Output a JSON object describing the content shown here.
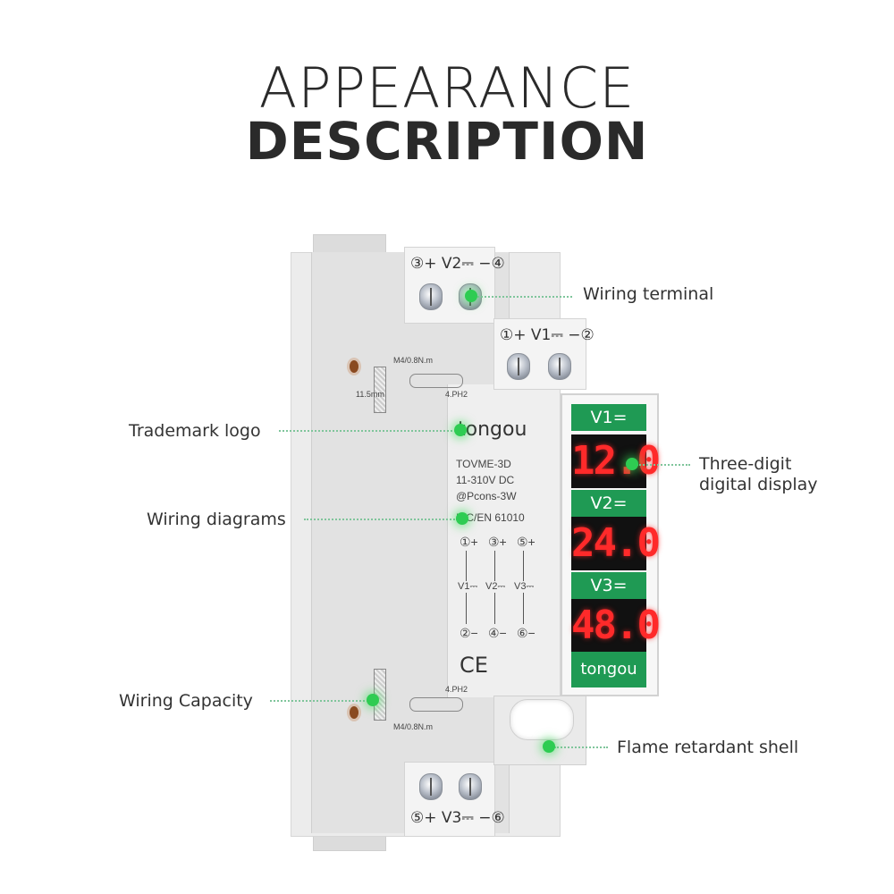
{
  "heading": {
    "line1": "APPEARANCE",
    "line2": "DESCRIPTION"
  },
  "callouts": {
    "wiring_terminal": "Wiring terminal",
    "trademark_logo": "Trademark logo",
    "wiring_diagrams": "Wiring diagrams",
    "wiring_capacity": "Wiring Capacity",
    "display_line1": "Three-digit",
    "display_line2": "digital display",
    "flame_shell": "Flame retardant shell"
  },
  "terminals": {
    "top_back": "③+ V2⎓ −④",
    "top_front": "①+ V1⎓ −②",
    "bottom": "⑤+ V3⎓ −⑥"
  },
  "device": {
    "brand": "tongou",
    "model": "TOVME-3D",
    "range": "11-310V DC",
    "power": "@Pcons-3W",
    "standard": "IEC/EN  61010",
    "diagram_top": [
      "①+",
      "③+",
      "⑤+"
    ],
    "diagram_mid": [
      "V1⎓",
      "V2⎓",
      "V3⎓"
    ],
    "diagram_bottom": [
      "②−",
      "④−",
      "⑥−"
    ],
    "ce_mark": "CE",
    "torque_top": "M4/0.8N.m",
    "ph_top": "4.PH2",
    "strip_len": "11.5mm",
    "torque_bottom": "M4/0.8N.m",
    "ph_bottom": "4.PH2"
  },
  "display": {
    "v1_label": "V1=",
    "v1_value": "12.0",
    "v2_label": "V2=",
    "v2_value": "24.0",
    "v3_label": "V3=",
    "v3_value": "48.0",
    "brand": "tongou"
  },
  "colors": {
    "accent_green": "#1f9a54",
    "indicator_green": "#2ecc52",
    "digit_red": "#ff2a2a"
  }
}
